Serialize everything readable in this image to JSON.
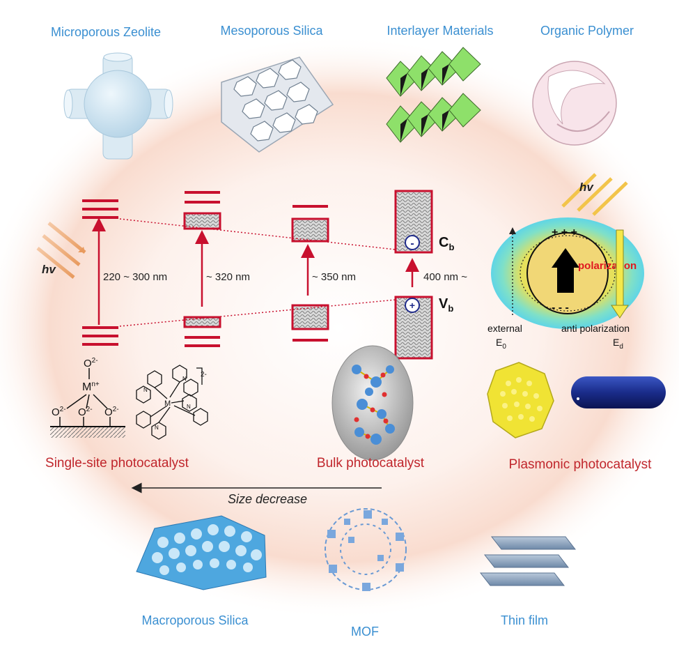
{
  "top_labels": [
    "Microporous Zeolite",
    "Mesoporous Silica",
    "Interlayer Materials",
    "Organic Polymer"
  ],
  "bottom_labels": [
    "Macroporous Silica",
    "MOF",
    "Thin film"
  ],
  "catalyst_labels": {
    "single_site": "Single-site photocatalyst",
    "bulk": "Bulk photocatalyst",
    "plasmonic": "Plasmonic photocatalyst"
  },
  "wavelengths": [
    "220 ~ 300 nm",
    "~ 320 nm",
    "~ 350 nm",
    "400 nm ~"
  ],
  "band": {
    "cb_main": "C",
    "cb_sub": "b",
    "vb_main": "V",
    "vb_sub": "b",
    "minus": "-",
    "plus": "+"
  },
  "hv": "hv",
  "size_decrease": "Size decrease",
  "plasmon": {
    "polarization": "polarization",
    "external": "external",
    "e0_main": "E",
    "e0_sub": "0",
    "anti_polarization": "anti polarization",
    "ed_main": "E",
    "ed_sub": "d",
    "plus_signs": "+ + +",
    "minus_signs": "- - -"
  },
  "structure": {
    "o2_top": "O",
    "o2_left": "O",
    "o2_mid": "O",
    "o2_right": "O",
    "charge": "2-",
    "metal": "M",
    "metal_charge": "n+",
    "complex_metal": "M",
    "complex_charge": "2-",
    "n": "N"
  },
  "colors": {
    "red_label": "#c0262c",
    "blue_label": "#3a8fd1",
    "band_red": "#c8102e",
    "halo": "#f7d4c6"
  }
}
